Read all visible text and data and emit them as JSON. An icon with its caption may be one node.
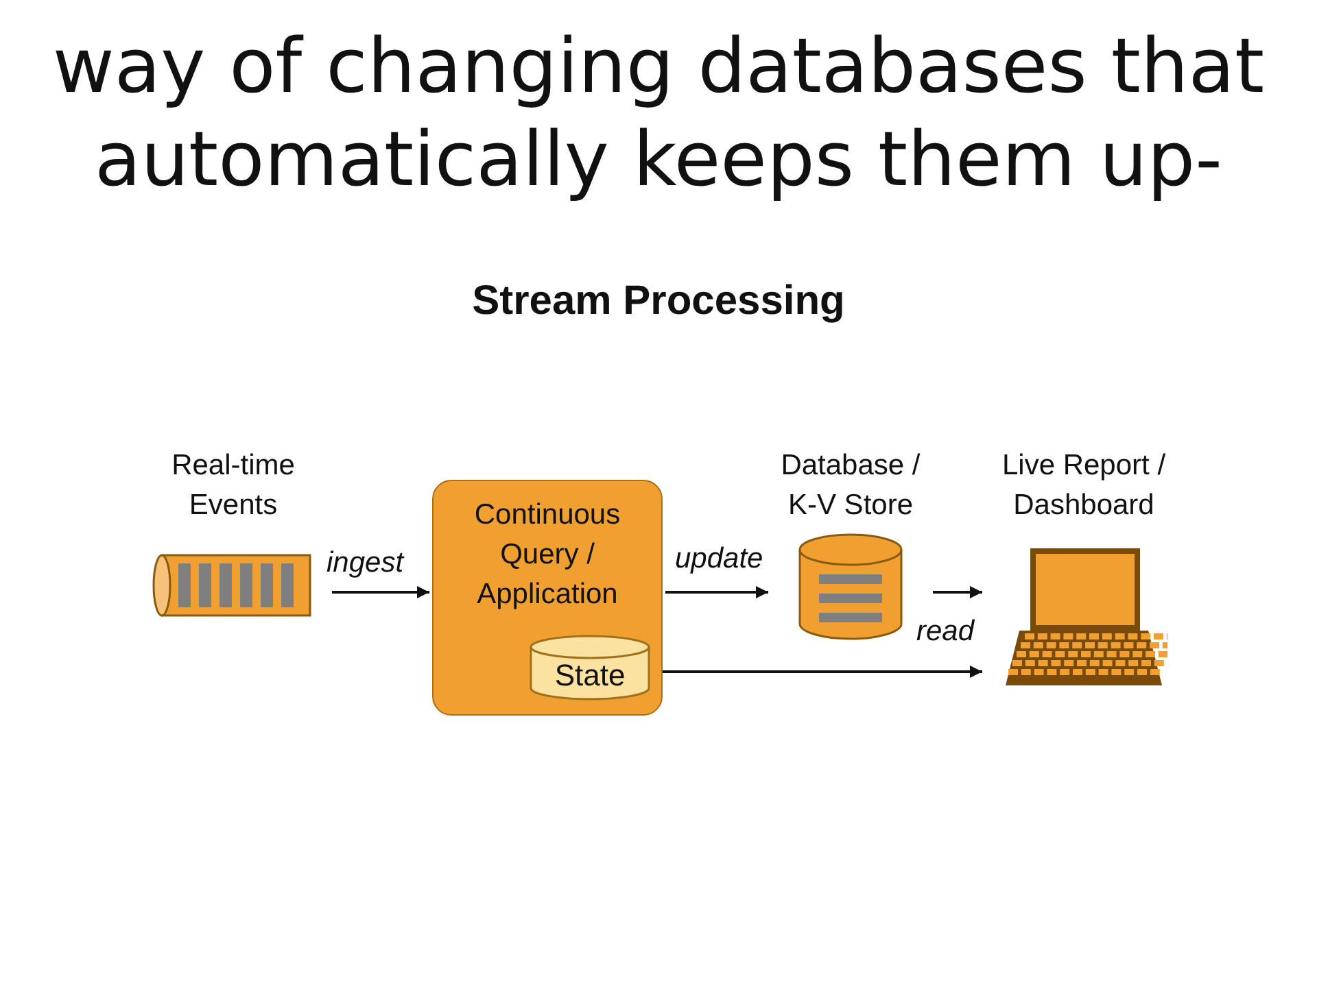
{
  "diagram": {
    "title": "Stream Processing",
    "nodes": [
      {
        "text": [
          "Real-time Events"
        ]
      },
      {
        "text": [
          "Continuous Query / Application"
        ]
      },
      {
        "text": [
          "State"
        ],
        "in": 1
      },
      {
        "text": [
          "Database / K-V Store"
        ]
      },
      {
        "text": [
          "Live Report / Dashboard"
        ]
      }
    ],
    "edges": [
      {
        "from": 0,
        "to": 1,
        "arrow": "to",
        "label": "ingest"
      },
      {
        "from": 1,
        "to": 3,
        "arrow": "to",
        "label": "update"
      },
      {
        "from": 3,
        "to": 4,
        "arrow": "to",
        "label": "read"
      },
      {
        "from": 2,
        "to": 4,
        "arrow": "to"
      }
    ],
    "labels": [
      "way of changing databases that automatically keeps them up-"
    ]
  }
}
